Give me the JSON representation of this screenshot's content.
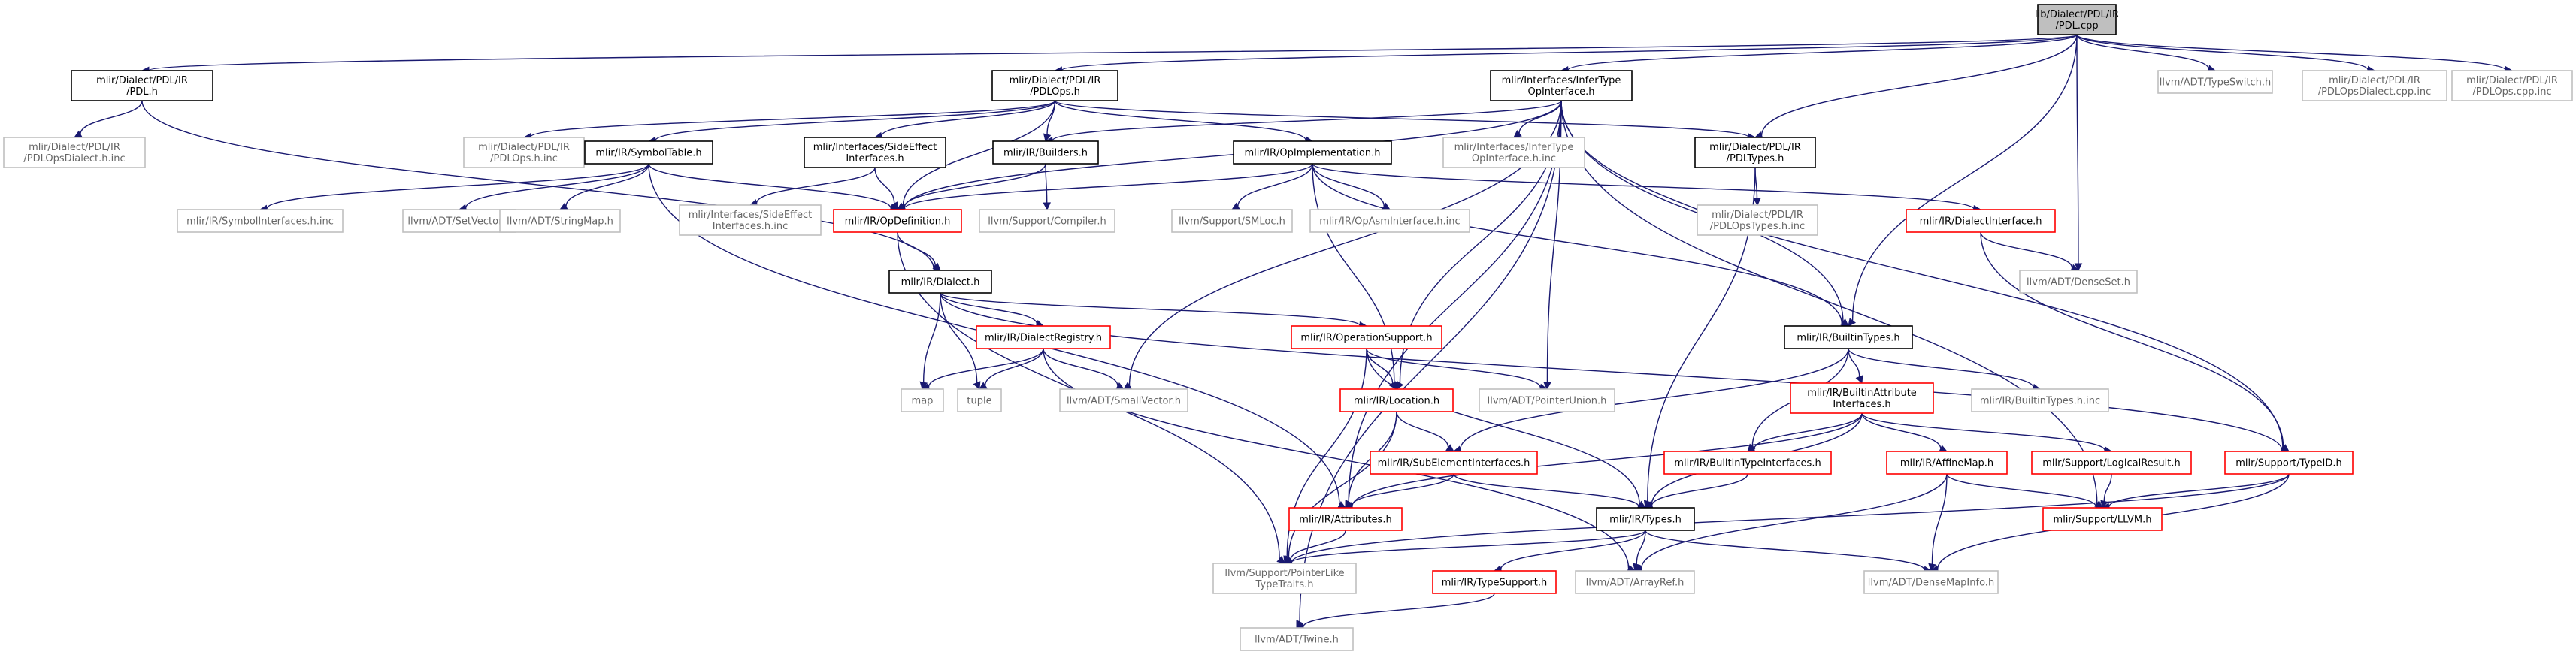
{
  "graph_title": "",
  "colors": {
    "root_fill": "#bfbfbf",
    "normal_border": "#000000",
    "truncated_border": "#ff0000",
    "external_border": "#bfbfbf",
    "edge": "#191970",
    "text_normal": "#000000",
    "text_external": "#666666"
  },
  "nodes": {
    "pdl_cpp": {
      "lines": [
        "lib/Dialect/PDL/IR",
        "/PDL.cpp"
      ],
      "kind": "root"
    },
    "pdl_h": {
      "lines": [
        "mlir/Dialect/PDL/IR",
        "/PDL.h"
      ],
      "kind": "normal"
    },
    "pdlops_h": {
      "lines": [
        "mlir/Dialect/PDL/IR",
        "/PDLOps.h"
      ],
      "kind": "normal"
    },
    "infertype_h": {
      "lines": [
        "mlir/Interfaces/InferType",
        "OpInterface.h"
      ],
      "kind": "normal"
    },
    "typeswitch_h": {
      "lines": [
        "llvm/ADT/TypeSwitch.h"
      ],
      "kind": "external"
    },
    "pdlopsdialect_cpp_inc": {
      "lines": [
        "mlir/Dialect/PDL/IR",
        "/PDLOpsDialect.cpp.inc"
      ],
      "kind": "external"
    },
    "pdlops_cpp_inc": {
      "lines": [
        "mlir/Dialect/PDL/IR",
        "/PDLOps.cpp.inc"
      ],
      "kind": "external"
    },
    "pdlopsdialect_h_inc": {
      "lines": [
        "mlir/Dialect/PDL/IR",
        "/PDLOpsDialect.h.inc"
      ],
      "kind": "external"
    },
    "pdlops_h_inc": {
      "lines": [
        "mlir/Dialect/PDL/IR",
        "/PDLOps.h.inc"
      ],
      "kind": "external"
    },
    "symboltable_h": {
      "lines": [
        "mlir/IR/SymbolTable.h"
      ],
      "kind": "normal"
    },
    "sideeffect_h": {
      "lines": [
        "mlir/Interfaces/SideEffect",
        "Interfaces.h"
      ],
      "kind": "normal"
    },
    "builders_h": {
      "lines": [
        "mlir/IR/Builders.h"
      ],
      "kind": "normal"
    },
    "opimpl_h": {
      "lines": [
        "mlir/IR/OpImplementation.h"
      ],
      "kind": "normal"
    },
    "infertype_h_inc": {
      "lines": [
        "mlir/Interfaces/InferType",
        "OpInterface.h.inc"
      ],
      "kind": "external"
    },
    "pdltypes_h": {
      "lines": [
        "mlir/Dialect/PDL/IR",
        "/PDLTypes.h"
      ],
      "kind": "normal"
    },
    "symbolinterfaces_inc": {
      "lines": [
        "mlir/IR/SymbolInterfaces.h.inc"
      ],
      "kind": "external"
    },
    "setvector_h": {
      "lines": [
        "llvm/ADT/SetVector.h"
      ],
      "kind": "external"
    },
    "stringmap_h": {
      "lines": [
        "llvm/ADT/StringMap.h"
      ],
      "kind": "external"
    },
    "sideeffect_inc": {
      "lines": [
        "mlir/Interfaces/SideEffect",
        "Interfaces.h.inc"
      ],
      "kind": "external"
    },
    "opdefinition_h": {
      "lines": [
        "mlir/IR/OpDefinition.h"
      ],
      "kind": "truncated"
    },
    "compiler_h": {
      "lines": [
        "llvm/Support/Compiler.h"
      ],
      "kind": "external"
    },
    "smloc_h": {
      "lines": [
        "llvm/Support/SMLoc.h"
      ],
      "kind": "external"
    },
    "opasminterface_inc": {
      "lines": [
        "mlir/IR/OpAsmInterface.h.inc"
      ],
      "kind": "external"
    },
    "pdlopstypes_inc": {
      "lines": [
        "mlir/Dialect/PDL/IR",
        "/PDLOpsTypes.h.inc"
      ],
      "kind": "external"
    },
    "dialectinterface_h": {
      "lines": [
        "mlir/IR/DialectInterface.h"
      ],
      "kind": "truncated"
    },
    "denseset_h": {
      "lines": [
        "llvm/ADT/DenseSet.h"
      ],
      "kind": "external"
    },
    "dialect_h": {
      "lines": [
        "mlir/IR/Dialect.h"
      ],
      "kind": "normal"
    },
    "builtintypes_h": {
      "lines": [
        "mlir/IR/BuiltinTypes.h"
      ],
      "kind": "normal"
    },
    "dialectregistry_h": {
      "lines": [
        "mlir/IR/DialectRegistry.h"
      ],
      "kind": "truncated"
    },
    "opsupport_h": {
      "lines": [
        "mlir/IR/OperationSupport.h"
      ],
      "kind": "truncated"
    },
    "builtinattrint_h": {
      "lines": [
        "mlir/IR/BuiltinAttribute",
        "Interfaces.h"
      ],
      "kind": "truncated"
    },
    "builtintypes_inc": {
      "lines": [
        "mlir/IR/BuiltinTypes.h.inc"
      ],
      "kind": "external"
    },
    "map": {
      "lines": [
        "map"
      ],
      "kind": "external"
    },
    "tuple": {
      "lines": [
        "tuple"
      ],
      "kind": "external"
    },
    "smallvector_h": {
      "lines": [
        "llvm/ADT/SmallVector.h"
      ],
      "kind": "external"
    },
    "location_h": {
      "lines": [
        "mlir/IR/Location.h"
      ],
      "kind": "truncated"
    },
    "pointerunion_h": {
      "lines": [
        "llvm/ADT/PointerUnion.h"
      ],
      "kind": "external"
    },
    "subelem_h": {
      "lines": [
        "mlir/IR/SubElementInterfaces.h"
      ],
      "kind": "truncated"
    },
    "builtintypeint_h": {
      "lines": [
        "mlir/IR/BuiltinTypeInterfaces.h"
      ],
      "kind": "truncated"
    },
    "affinemap_h": {
      "lines": [
        "mlir/IR/AffineMap.h"
      ],
      "kind": "truncated"
    },
    "logicalresult_h": {
      "lines": [
        "mlir/Support/LogicalResult.h"
      ],
      "kind": "truncated"
    },
    "typeid_h": {
      "lines": [
        "mlir/Support/TypeID.h"
      ],
      "kind": "truncated"
    },
    "attributes_h": {
      "lines": [
        "mlir/IR/Attributes.h"
      ],
      "kind": "truncated"
    },
    "types_h": {
      "lines": [
        "mlir/IR/Types.h"
      ],
      "kind": "normal"
    },
    "llvm_h": {
      "lines": [
        "mlir/Support/LLVM.h"
      ],
      "kind": "truncated"
    },
    "pointerlike_h": {
      "lines": [
        "llvm/Support/PointerLike",
        "TypeTraits.h"
      ],
      "kind": "external"
    },
    "typesupport_h": {
      "lines": [
        "mlir/IR/TypeSupport.h"
      ],
      "kind": "truncated"
    },
    "arrayref_h": {
      "lines": [
        "llvm/ADT/ArrayRef.h"
      ],
      "kind": "external"
    },
    "densemapinfo_h": {
      "lines": [
        "llvm/ADT/DenseMapInfo.h"
      ],
      "kind": "external"
    },
    "twine_h": {
      "lines": [
        "llvm/ADT/Twine.h"
      ],
      "kind": "external"
    }
  },
  "edges": [
    [
      "pdl_cpp",
      "pdl_h"
    ],
    [
      "pdl_cpp",
      "pdlops_h"
    ],
    [
      "pdl_cpp",
      "infertype_h"
    ],
    [
      "pdl_cpp",
      "typeswitch_h"
    ],
    [
      "pdl_cpp",
      "pdlopsdialect_cpp_inc"
    ],
    [
      "pdl_cpp",
      "pdlops_cpp_inc"
    ],
    [
      "pdl_cpp",
      "pdltypes_h"
    ],
    [
      "pdl_cpp",
      "denseset_h"
    ],
    [
      "pdl_cpp",
      "builtintypes_h"
    ],
    [
      "pdl_h",
      "pdlopsdialect_h_inc"
    ],
    [
      "pdl_h",
      "dialect_h"
    ],
    [
      "pdlops_h",
      "pdlops_h_inc"
    ],
    [
      "pdlops_h",
      "symboltable_h"
    ],
    [
      "pdlops_h",
      "sideeffect_h"
    ],
    [
      "pdlops_h",
      "builders_h"
    ],
    [
      "pdlops_h",
      "opimpl_h"
    ],
    [
      "pdlops_h",
      "pdltypes_h"
    ],
    [
      "pdlops_h",
      "opdefinition_h"
    ],
    [
      "infertype_h",
      "infertype_h_inc"
    ],
    [
      "infertype_h",
      "builders_h"
    ],
    [
      "infertype_h",
      "opdefinition_h"
    ],
    [
      "infertype_h",
      "smallvector_h"
    ],
    [
      "infertype_h",
      "pointerunion_h"
    ],
    [
      "infertype_h",
      "location_h"
    ],
    [
      "infertype_h",
      "attributes_h"
    ],
    [
      "infertype_h",
      "builtintypes_h"
    ],
    [
      "infertype_h",
      "llvm_h"
    ],
    [
      "infertype_h",
      "twine_h"
    ],
    [
      "infertype_h",
      "typeid_h"
    ],
    [
      "symboltable_h",
      "symbolinterfaces_inc"
    ],
    [
      "symboltable_h",
      "setvector_h"
    ],
    [
      "symboltable_h",
      "stringmap_h"
    ],
    [
      "symboltable_h",
      "opdefinition_h"
    ],
    [
      "symboltable_h",
      "attributes_h"
    ],
    [
      "sideeffect_h",
      "sideeffect_inc"
    ],
    [
      "sideeffect_h",
      "opdefinition_h"
    ],
    [
      "builders_h",
      "opdefinition_h"
    ],
    [
      "builders_h",
      "compiler_h"
    ],
    [
      "opimpl_h",
      "opdefinition_h"
    ],
    [
      "opimpl_h",
      "smloc_h"
    ],
    [
      "opimpl_h",
      "opasminterface_inc"
    ],
    [
      "opimpl_h",
      "dialectinterface_h"
    ],
    [
      "opimpl_h",
      "builtintypes_h"
    ],
    [
      "opimpl_h",
      "location_h"
    ],
    [
      "pdltypes_h",
      "pdlopstypes_inc"
    ],
    [
      "pdltypes_h",
      "types_h"
    ],
    [
      "dialectinterface_h",
      "denseset_h"
    ],
    [
      "dialectinterface_h",
      "typeid_h"
    ],
    [
      "opdefinition_h",
      "dialect_h"
    ],
    [
      "opdefinition_h",
      "pointerlike_h"
    ],
    [
      "dialect_h",
      "dialectregistry_h"
    ],
    [
      "dialect_h",
      "opsupport_h"
    ],
    [
      "dialect_h",
      "map"
    ],
    [
      "dialect_h",
      "tuple"
    ],
    [
      "dialect_h",
      "typeid_h"
    ],
    [
      "dialectregistry_h",
      "map"
    ],
    [
      "dialectregistry_h",
      "tuple"
    ],
    [
      "dialectregistry_h",
      "smallvector_h"
    ],
    [
      "dialectregistry_h",
      "arrayref_h"
    ],
    [
      "opsupport_h",
      "location_h"
    ],
    [
      "opsupport_h",
      "pointerunion_h"
    ],
    [
      "opsupport_h",
      "types_h"
    ],
    [
      "opsupport_h",
      "pointerlike_h"
    ],
    [
      "builtintypes_h",
      "builtinattrint_h"
    ],
    [
      "builtintypes_h",
      "builtintypes_inc"
    ],
    [
      "builtintypes_h",
      "builtintypeint_h"
    ],
    [
      "builtintypes_h",
      "subelem_h"
    ],
    [
      "builtinattrint_h",
      "builtintypeint_h"
    ],
    [
      "builtinattrint_h",
      "affinemap_h"
    ],
    [
      "builtinattrint_h",
      "logicalresult_h"
    ],
    [
      "builtinattrint_h",
      "attributes_h"
    ],
    [
      "builtinattrint_h",
      "types_h"
    ],
    [
      "location_h",
      "subelem_h"
    ],
    [
      "location_h",
      "attributes_h"
    ],
    [
      "location_h",
      "pointerlike_h"
    ],
    [
      "subelem_h",
      "attributes_h"
    ],
    [
      "subelem_h",
      "types_h"
    ],
    [
      "builtintypeint_h",
      "types_h"
    ],
    [
      "affinemap_h",
      "llvm_h"
    ],
    [
      "affinemap_h",
      "densemapinfo_h"
    ],
    [
      "affinemap_h",
      "arrayref_h"
    ],
    [
      "logicalresult_h",
      "llvm_h"
    ],
    [
      "typeid_h",
      "llvm_h"
    ],
    [
      "typeid_h",
      "densemapinfo_h"
    ],
    [
      "typeid_h",
      "pointerlike_h"
    ],
    [
      "attributes_h",
      "pointerlike_h"
    ],
    [
      "types_h",
      "typesupport_h"
    ],
    [
      "types_h",
      "arrayref_h"
    ],
    [
      "types_h",
      "densemapinfo_h"
    ],
    [
      "types_h",
      "pointerlike_h"
    ],
    [
      "typesupport_h",
      "twine_h"
    ]
  ]
}
